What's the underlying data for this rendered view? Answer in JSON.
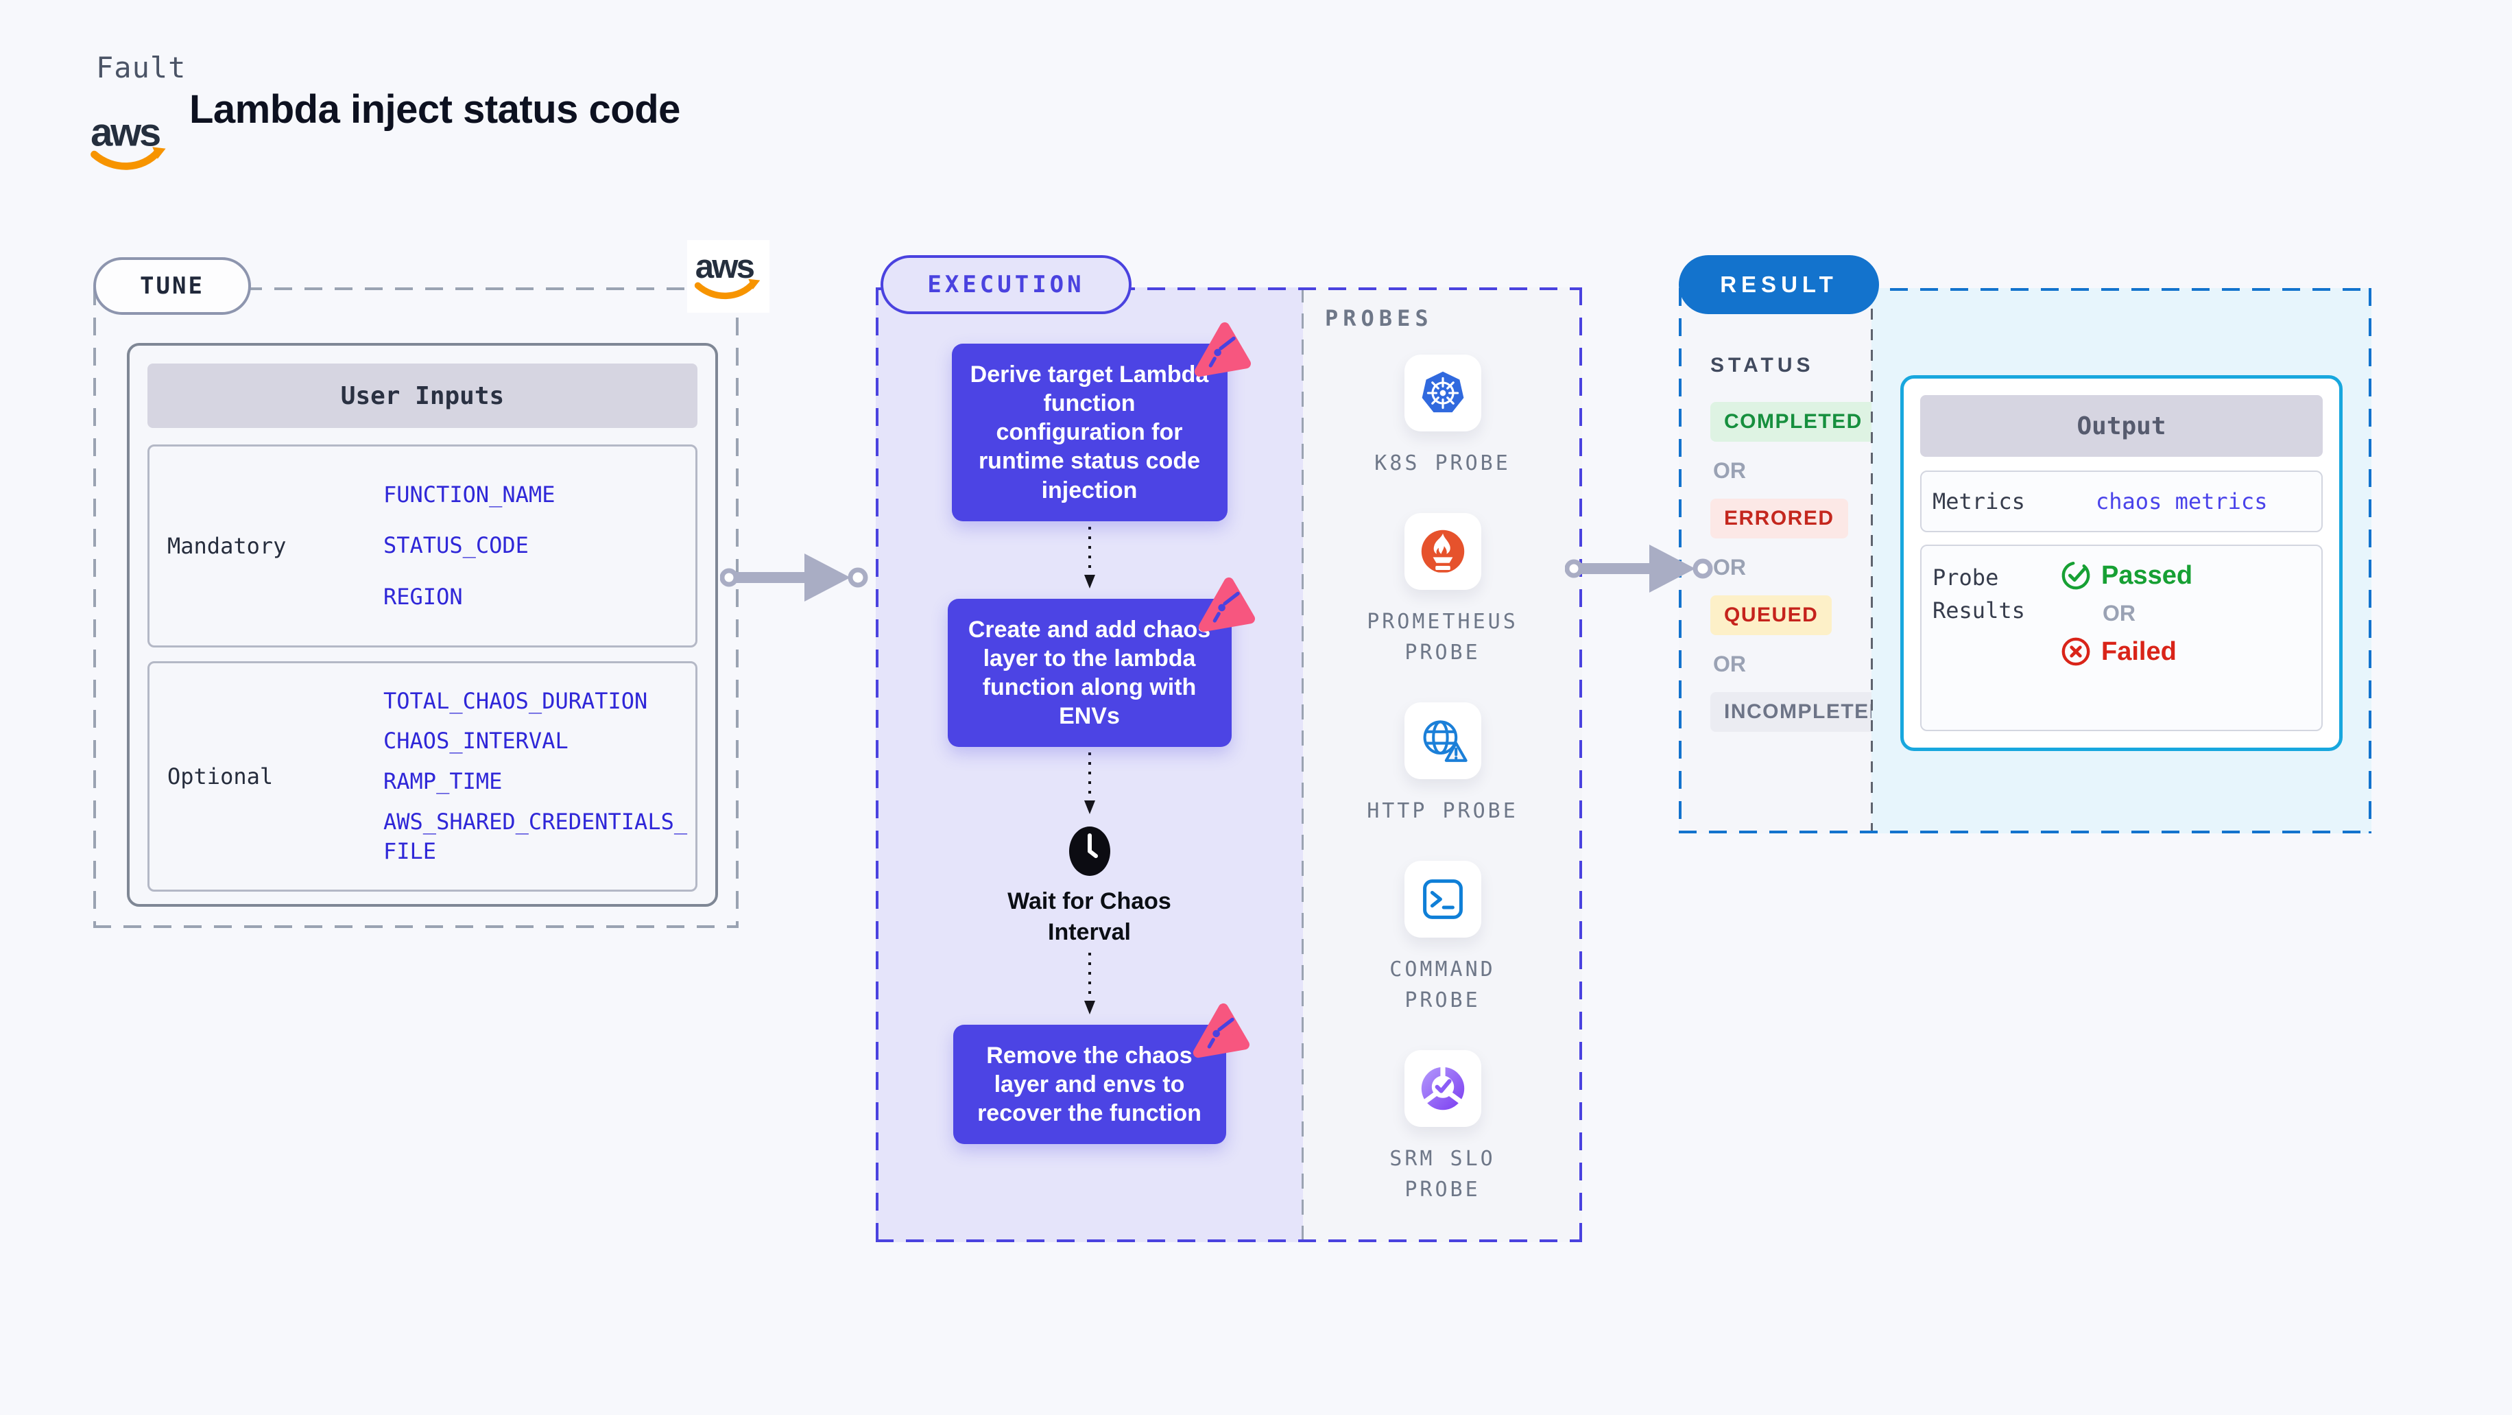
{
  "page": {
    "background": "#f7f8fc"
  },
  "header": {
    "eyebrow": "Fault",
    "title": "Lambda inject status code",
    "aws_logo_text": "aws"
  },
  "tune": {
    "label": "TUNE",
    "aws_logo_text": "aws",
    "table": {
      "header": "User Inputs",
      "rows": [
        {
          "label": "Mandatory",
          "values": [
            "FUNCTION_NAME",
            "STATUS_CODE",
            "REGION"
          ]
        },
        {
          "label": "Optional",
          "values": [
            "TOTAL_CHAOS_DURATION",
            "CHAOS_INTERVAL",
            "RAMP_TIME",
            "AWS_SHARED_CREDENTIALS_FILE"
          ]
        }
      ]
    }
  },
  "execution": {
    "label": "EXECUTION",
    "steps": [
      "Derive target Lambda function configuration for runtime status code injection",
      "Create and add chaos layer to the lambda function along with ENVs",
      "Remove the chaos layer and envs to recover the function"
    ],
    "wait_label": "Wait for Chaos Interval"
  },
  "probes": {
    "label": "PROBES",
    "items": [
      {
        "name": "K8S PROBE",
        "icon": "kubernetes-icon"
      },
      {
        "name": "PROMETHEUS PROBE",
        "icon": "prometheus-icon"
      },
      {
        "name": "HTTP PROBE",
        "icon": "http-globe-icon"
      },
      {
        "name": "COMMAND PROBE",
        "icon": "terminal-icon"
      },
      {
        "name": "SRM SLO PROBE",
        "icon": "srm-slo-icon"
      }
    ]
  },
  "result": {
    "label": "RESULT",
    "status": {
      "label": "STATUS",
      "separator": "OR",
      "badges": [
        {
          "text": "COMPLETED",
          "fg": "#168f3e",
          "bg": "#def3e3"
        },
        {
          "text": "ERRORED",
          "fg": "#c4271e",
          "bg": "#fce8e6"
        },
        {
          "text": "QUEUED",
          "fg": "#c5231c",
          "bg": "#fdf0c8"
        },
        {
          "text": "INCOMPLETED",
          "fg": "#6d7487",
          "bg": "#ebecf2"
        }
      ]
    },
    "output": {
      "header": "Output",
      "metrics_label": "Metrics",
      "metrics_value": "chaos metrics",
      "probe_results_label": "Probe Results",
      "passed": "Passed",
      "or": "OR",
      "failed": "Failed"
    }
  },
  "colors": {
    "accent_indigo": "#4c44e4",
    "execution_border": "#4a42df",
    "result_blue": "#1373cd",
    "chaos_pink": "#f7567f",
    "input_blue": "#2f27d8",
    "link_blue": "#4a43ea",
    "passed_green": "#17a034",
    "failed_red": "#d92419",
    "aws_orange": "#f79400",
    "k8s_blue": "#3069de",
    "prometheus_orange": "#e6522c"
  }
}
